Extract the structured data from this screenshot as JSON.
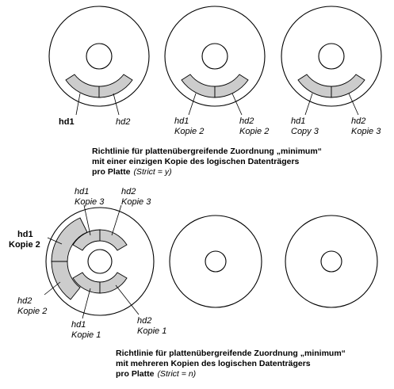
{
  "top_row": {
    "disk1": {
      "label_a": "hd1",
      "label_b": "hd2"
    },
    "disk2": {
      "label_a1": "hd1",
      "label_a2": "Kopie 2",
      "label_b1": "hd2",
      "label_b2": "Kopie 2"
    },
    "disk3": {
      "label_a1": "hd1",
      "label_a2": "Copy 3",
      "label_b1": "hd2",
      "label_b2": "Kopie 3"
    },
    "caption": {
      "line1": "Richtlinie für plattenübergreifende Zuordnung „minimum“",
      "line2": "mit einer einzigen Kopie des logischen Datenträgers",
      "line3_bold": "pro Platte",
      "line3_italic": "(Strict = y)"
    }
  },
  "bottom_row": {
    "disk1": {
      "k3_hd1_a": "hd1",
      "k3_hd1_b": "Kopie 3",
      "k3_hd2_a": "hd2",
      "k3_hd2_b": "Kopie 3",
      "k2_hd1_a": "hd1",
      "k2_hd1_b": "Kopie 2",
      "k2_hd2_a": "hd2",
      "k2_hd2_b": "Kopie 2",
      "k1_hd1_a": "hd1",
      "k1_hd1_b": "Kopie 1",
      "k1_hd2_a": "hd2",
      "k1_hd2_b": "Kopie 1"
    },
    "caption": {
      "line1": "Richtlinie für plattenübergreifende Zuordnung „minimum“",
      "line2": "mit mehreren Kopien des logischen Datenträgers",
      "line3_bold": "pro Platte",
      "line3_italic": "(Strict = n)"
    }
  }
}
